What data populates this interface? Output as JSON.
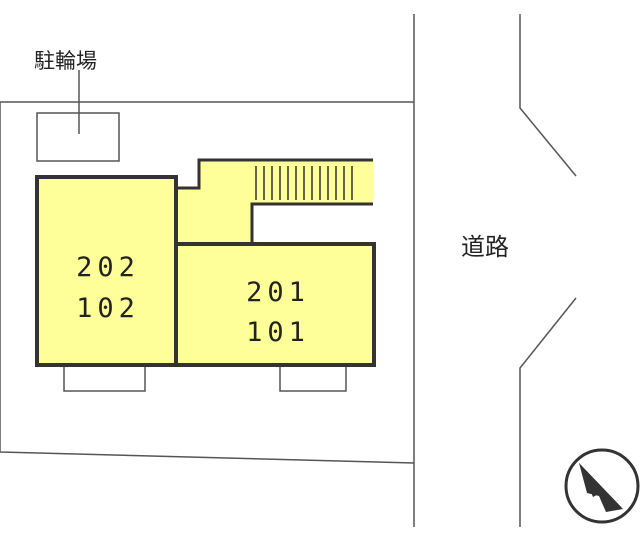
{
  "labels": {
    "bicycle_parking": "駐輪場",
    "road": "道路"
  },
  "units": {
    "west_upper": "202",
    "west_lower": "102",
    "east_upper": "201",
    "east_lower": "101"
  },
  "colors": {
    "building_fill": "#ffff99",
    "outline": "#333333",
    "thin_line": "#555555"
  },
  "icons": {
    "north_arrow": "compass-arrow-icon"
  }
}
